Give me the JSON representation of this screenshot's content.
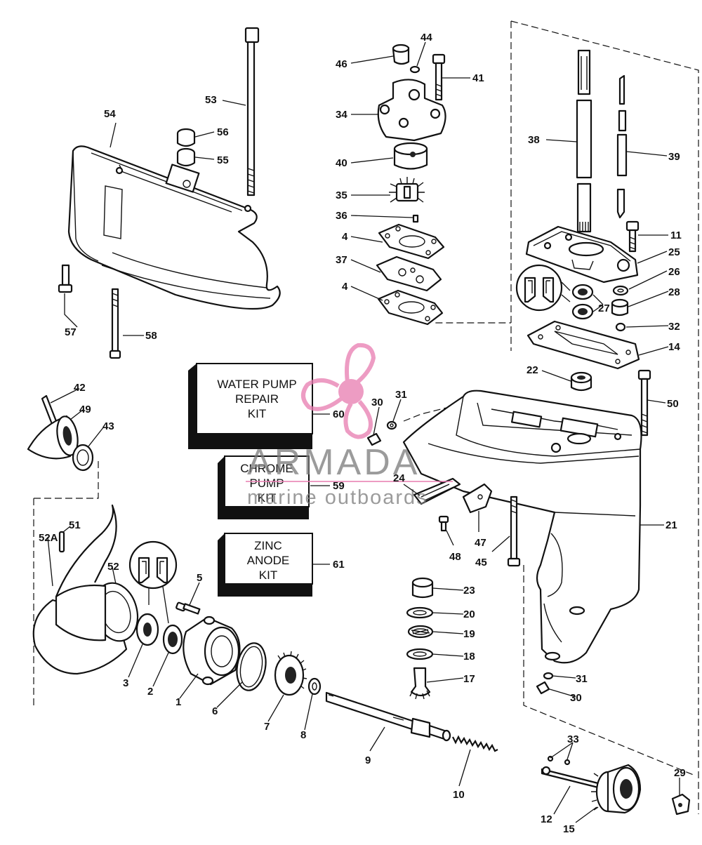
{
  "kits": {
    "water_pump": [
      "WATER PUMP",
      "REPAIR",
      "KIT"
    ],
    "chrome_pump": [
      "CHROME",
      "PUMP",
      "KIT"
    ],
    "zinc_anode": [
      "ZINC",
      "ANODE",
      "KIT"
    ]
  },
  "watermark": {
    "brand": "ARMADA",
    "subtitle": "marine outboards",
    "accent_color": "#e87bb0"
  },
  "callouts": {
    "c1": "1",
    "c2": "2",
    "c3": "3",
    "c4a": "4",
    "c4b": "4",
    "c5": "5",
    "c6": "6",
    "c7": "7",
    "c8": "8",
    "c9": "9",
    "c10": "10",
    "c11": "11",
    "c12": "12",
    "c14": "14",
    "c15": "15",
    "c17": "17",
    "c18": "18",
    "c19": "19",
    "c20": "20",
    "c21": "21",
    "c22": "22",
    "c23": "23",
    "c24": "24",
    "c25": "25",
    "c26": "26",
    "c27": "27",
    "c28": "28",
    "c29": "29",
    "c30a": "30",
    "c30b": "30",
    "c31a": "31",
    "c31b": "31",
    "c32": "32",
    "c33": "33",
    "c34": "34",
    "c35": "35",
    "c36": "36",
    "c37": "37",
    "c38": "38",
    "c39": "39",
    "c40": "40",
    "c41": "41",
    "c42": "42",
    "c43": "43",
    "c44": "44",
    "c45": "45",
    "c46": "46",
    "c47": "47",
    "c48": "48",
    "c49": "49",
    "c50": "50",
    "c51": "51",
    "c52": "52",
    "c52a": "52A",
    "c53": "53",
    "c54": "54",
    "c55": "55",
    "c56": "56",
    "c57": "57",
    "c58": "58",
    "c59": "59",
    "c60": "60",
    "c61": "61"
  }
}
